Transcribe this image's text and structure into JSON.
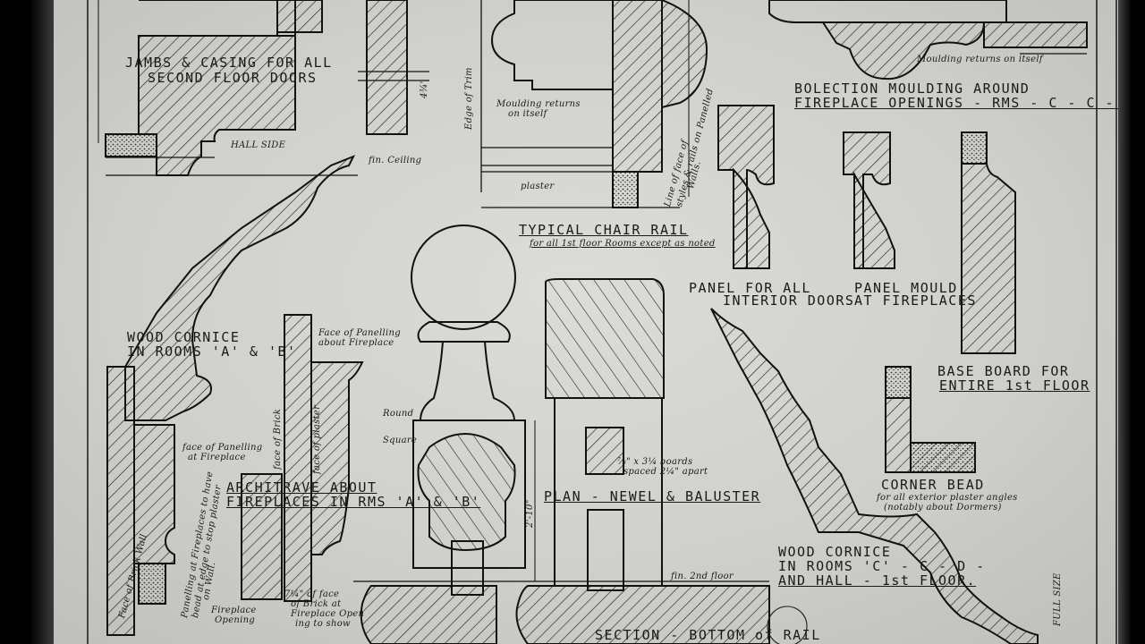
{
  "drawing": {
    "labels": {
      "jambs_1": "JAMBS & CASING FOR ALL",
      "jambs_2": "SECOND FLOOR DOORS",
      "hall_side": "HALL SIDE",
      "fin_ceiling": "fin. Ceiling",
      "dim_434": "4¾\"",
      "moulding_returns_1": "Moulding returns",
      "moulding_returns_2": "on itself",
      "edge_of_trim": "Edge of Trim",
      "plaster": "plaster",
      "line_face_1": "Line of face of",
      "line_face_2": "styles & rails on Panelled",
      "line_face_3": "Walls.",
      "chair_rail_title": "TYPICAL CHAIR RAIL",
      "chair_rail_sub": "for all 1st floor Rooms except as noted",
      "bolection_returns": "Moulding returns on itself",
      "bolection_1": "BOLECTION MOULDING AROUND",
      "bolection_2": "FIREPLACE OPENINGS - RMS - C - C - D -",
      "panel_doors_1": "PANEL FOR ALL",
      "panel_doors_2": "INTERIOR DOORS",
      "panel_mould_1": "PANEL MOULD",
      "panel_mould_2": "AT FIREPLACES",
      "base_board_1": "BASE BOARD FOR",
      "base_board_2": "ENTIRE 1st FLOOR",
      "wood_cornice_ab_1": "WOOD CORNICE",
      "wood_cornice_ab_2": "IN ROOMS 'A' & 'B'",
      "face_panelling_fp_1": "Face of Panelling",
      "face_panelling_fp_2": "about Fireplace",
      "round": "Round",
      "square": "Square",
      "face_panelling_at_1": "face of Panelling",
      "face_panelling_at_2": "at Fireplace",
      "face_brick": "face of Brick",
      "face_plaster": "face of plaster",
      "architrave_1": "ARCHITRAVE ABOUT",
      "architrave_2": "FIREPLACES IN RMS 'A' & 'B'",
      "boards_1": "⅞\" x 3¼ boards",
      "boards_2": "spaced 2¼\" apart",
      "plan_newel": "PLAN - NEWEL & BALUSTER",
      "dim_210": "2'-10\"",
      "fin_2nd": "fin. 2nd floor",
      "corner_bead_title": "CORNER BEAD",
      "corner_bead_1": "for all exterior plaster angles",
      "corner_bead_2": "(notably about Dormers)",
      "wood_cornice_ccd_1": "WOOD CORNICE",
      "wood_cornice_ccd_2": "IN ROOMS 'C' - C - D -",
      "wood_cornice_ccd_3": "AND HALL - 1st FLOOR.",
      "face_brick_wall": "Face of Brick Wall",
      "panelling_note_1": "Panelling at Fireplaces to have",
      "panelling_note_2": "bead at edge to stop plaster",
      "panelling_note_3": "on Wall.",
      "fireplace_opening_1": "Fireplace",
      "fireplace_opening_2": "Opening",
      "brick_face_1": "7¼\" of face",
      "brick_face_2": "of Brick at",
      "brick_face_3": "Fireplace Open",
      "brick_face_4": "ing to show",
      "section_bottom": "SECTION - BOTTOM of RAIL",
      "scale_mark": "FULL SIZE"
    }
  }
}
